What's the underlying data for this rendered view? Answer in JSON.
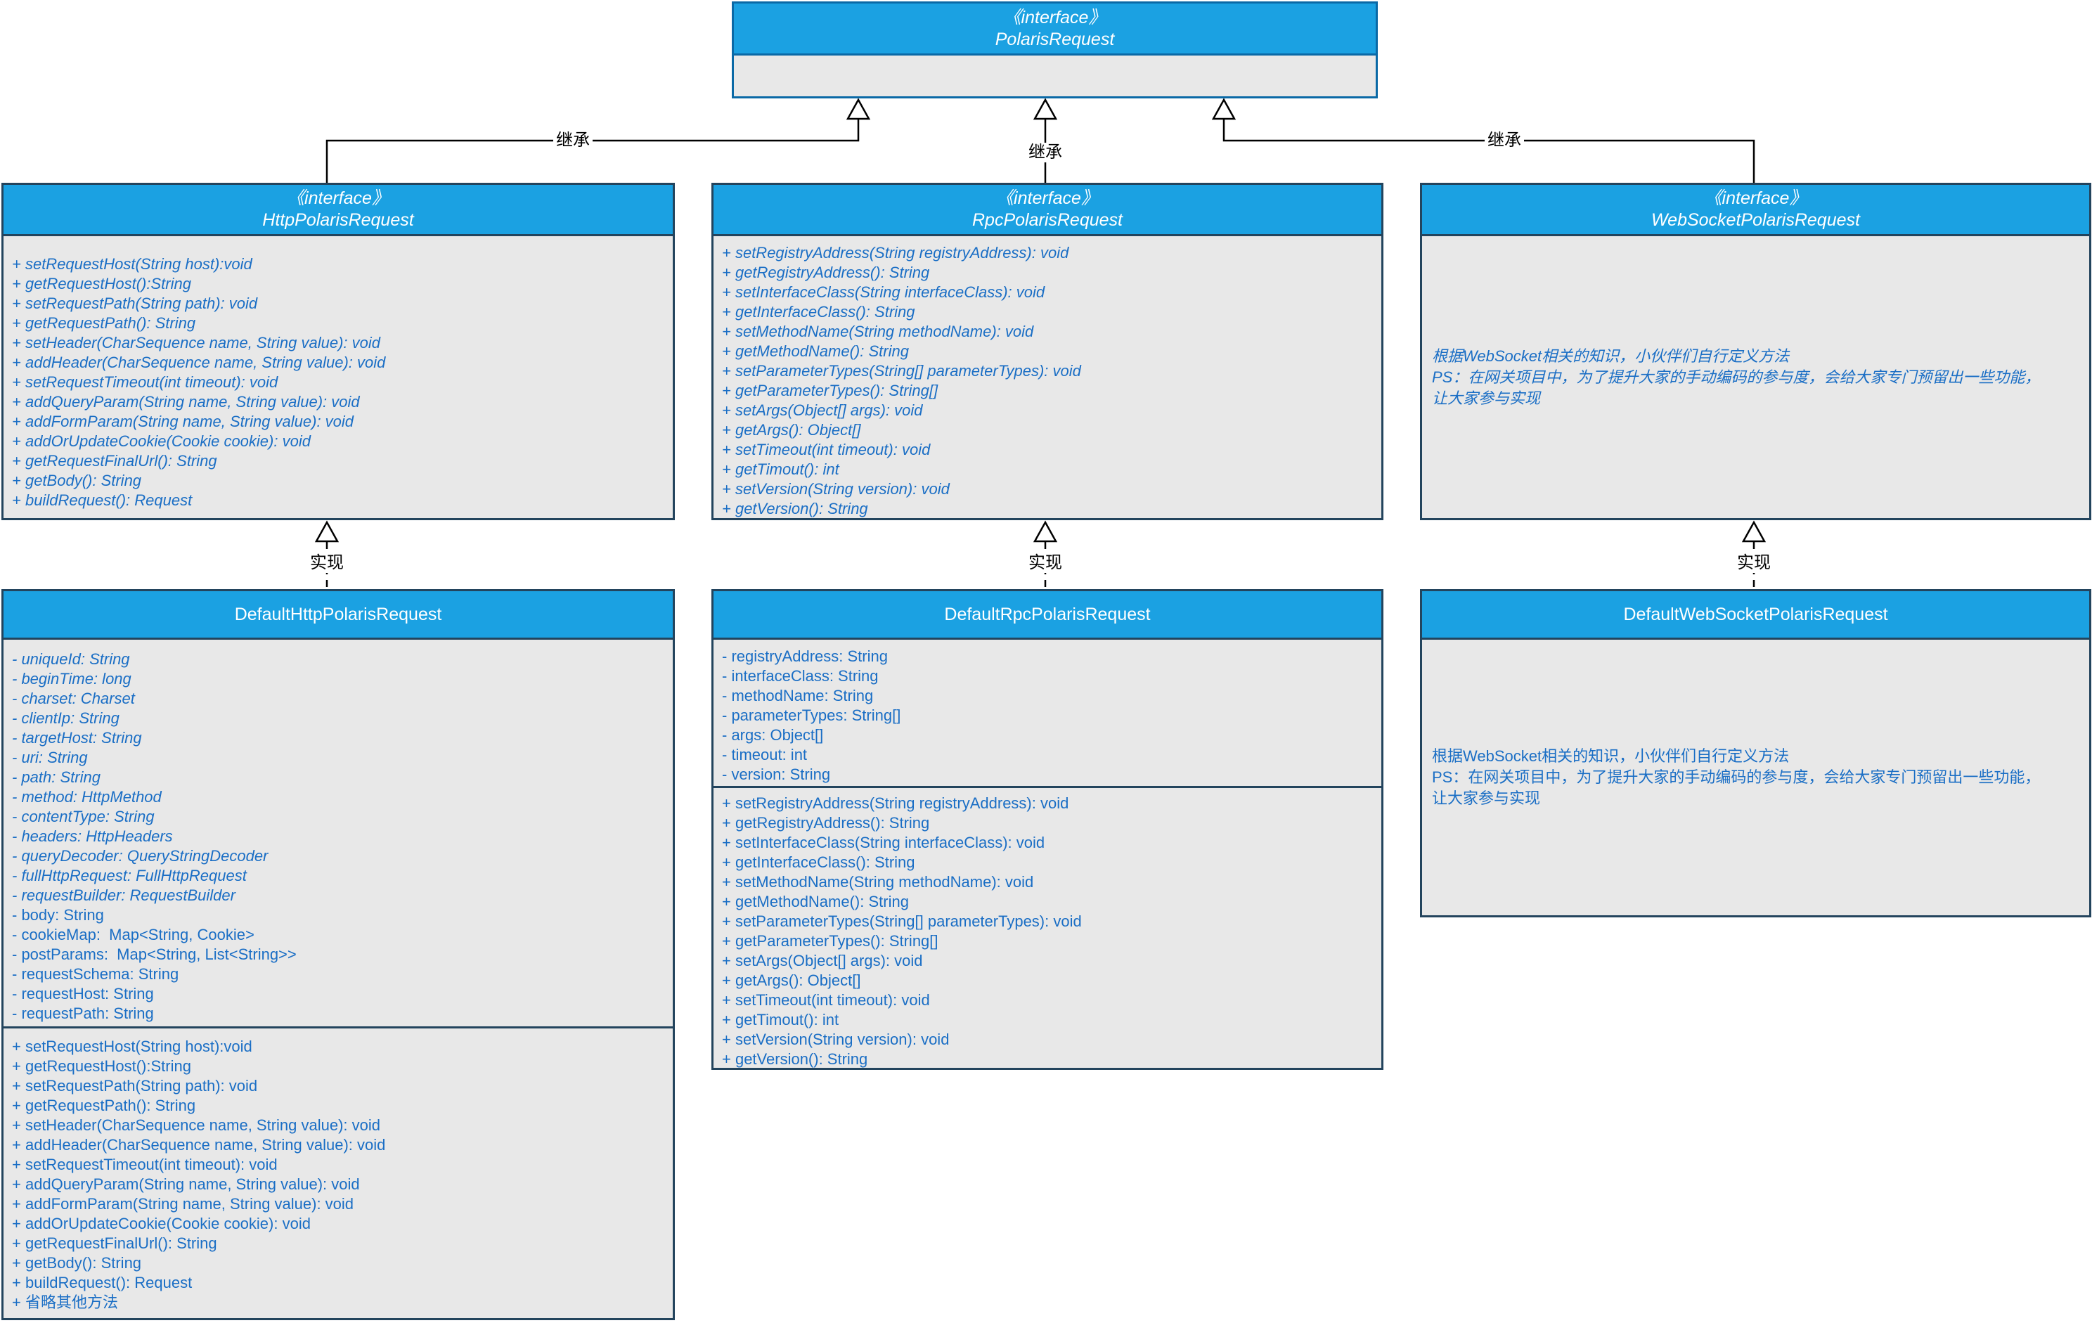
{
  "labels": {
    "inherit": "继承",
    "realize": "实现"
  },
  "colors": {
    "header_fill": "#1BA1E2",
    "box_border": "#23445D",
    "top_box_border": "#0A69A6",
    "body_fill": "#E8E8E8",
    "member_text": "#1A6EC5",
    "connector": "#000000"
  },
  "classes": {
    "polaris": {
      "stereotype": "《interface》",
      "name": "PolarisRequest"
    },
    "http_if": {
      "stereotype": "《interface》",
      "name": "HttpPolarisRequest",
      "methods": [
        {
          "t": "+ setRequestHost(String host):void",
          "i": true
        },
        {
          "t": "+ getRequestHost():String",
          "i": true
        },
        {
          "t": "+ setRequestPath(String path): void",
          "i": true
        },
        {
          "t": "+ getRequestPath(): String",
          "i": true
        },
        {
          "t": "+ setHeader(CharSequence name, String value): void",
          "i": true
        },
        {
          "t": "+ addHeader(CharSequence name, String value): void",
          "i": true
        },
        {
          "t": "+ setRequestTimeout(int timeout): void",
          "i": true
        },
        {
          "t": "+ addQueryParam(String name, String value): void",
          "i": true
        },
        {
          "t": "+ addFormParam(String name, String value): void",
          "i": true
        },
        {
          "t": "+ addOrUpdateCookie(Cookie cookie): void",
          "i": true
        },
        {
          "t": "+ getRequestFinalUrl(): String",
          "i": true
        },
        {
          "t": "+ getBody(): String",
          "i": true
        },
        {
          "t": "+ buildRequest(): Request",
          "i": true
        }
      ]
    },
    "rpc_if": {
      "stereotype": "《interface》",
      "name": "RpcPolarisRequest",
      "methods": [
        {
          "t": "+ setRegistryAddress(String registryAddress): void",
          "i": true
        },
        {
          "t": "+ getRegistryAddress(): String",
          "i": true
        },
        {
          "t": "+ setInterfaceClass(String interfaceClass): void",
          "i": true
        },
        {
          "t": "+ getInterfaceClass(): String",
          "i": true
        },
        {
          "t": "+ setMethodName(String methodName): void",
          "i": true
        },
        {
          "t": "+ getMethodName(): String",
          "i": true
        },
        {
          "t": "+ setParameterTypes(String[] parameterTypes): void",
          "i": true
        },
        {
          "t": "+ getParameterTypes(): String[]",
          "i": true
        },
        {
          "t": "+ setArgs(Object[] args): void",
          "i": true
        },
        {
          "t": "+ getArgs(): Object[]",
          "i": true
        },
        {
          "t": "+ setTimeout(int timeout): void",
          "i": true
        },
        {
          "t": "+ getTimout(): int",
          "i": true
        },
        {
          "t": "+ setVersion(String version): void",
          "i": true
        },
        {
          "t": "+ getVersion(): String",
          "i": true
        }
      ]
    },
    "ws_if": {
      "stereotype": "《interface》",
      "name": "WebSocketPolarisRequest",
      "note_lines": [
        {
          "t": "根据WebSocket相关的知识，小伙伴们自行定义方法",
          "i": true
        },
        {
          "t": "PS：在网关项目中，为了提升大家的手动编码的参与度，会给大家专门预留出一些功能，",
          "i": true
        },
        {
          "t": "让大家参与实现",
          "i": true
        }
      ]
    },
    "http_impl": {
      "name": "DefaultHttpPolarisRequest",
      "fields": [
        {
          "t": "- uniqueId: String",
          "i": true
        },
        {
          "t": "- beginTime: long",
          "i": true
        },
        {
          "t": "- charset: Charset",
          "i": true
        },
        {
          "t": "- clientIp: String",
          "i": true
        },
        {
          "t": "- targetHost: String",
          "i": true
        },
        {
          "t": "- uri: String",
          "i": true
        },
        {
          "t": "- path: String",
          "i": true
        },
        {
          "t": "- method: HttpMethod",
          "i": true
        },
        {
          "t": "- contentType: String",
          "i": true
        },
        {
          "t": "- headers: HttpHeaders",
          "i": true
        },
        {
          "t": "- queryDecoder: QueryStringDecoder",
          "i": true
        },
        {
          "t": "- fullHttpRequest: FullHttpRequest",
          "i": true
        },
        {
          "t": "- requestBuilder: RequestBuilder",
          "i": true
        },
        {
          "t": "- body: String",
          "i": false
        },
        {
          "t": "- cookieMap:  Map<String, Cookie>",
          "i": false
        },
        {
          "t": "- postParams:  Map<String, List<String>>",
          "i": false
        },
        {
          "t": "- requestSchema: String",
          "i": false
        },
        {
          "t": "- requestHost: String",
          "i": false
        },
        {
          "t": "- requestPath: String",
          "i": false
        }
      ],
      "methods": [
        {
          "t": "+ setRequestHost(String host):void",
          "i": false
        },
        {
          "t": "+ getRequestHost():String",
          "i": false
        },
        {
          "t": "+ setRequestPath(String path): void",
          "i": false
        },
        {
          "t": "+ getRequestPath(): String",
          "i": false
        },
        {
          "t": "+ setHeader(CharSequence name, String value): void",
          "i": false
        },
        {
          "t": "+ addHeader(CharSequence name, String value): void",
          "i": false
        },
        {
          "t": "+ setRequestTimeout(int timeout): void",
          "i": false
        },
        {
          "t": "+ addQueryParam(String name, String value): void",
          "i": false
        },
        {
          "t": "+ addFormParam(String name, String value): void",
          "i": false
        },
        {
          "t": "+ addOrUpdateCookie(Cookie cookie): void",
          "i": false
        },
        {
          "t": "+ getRequestFinalUrl(): String",
          "i": false
        },
        {
          "t": "+ getBody(): String",
          "i": false
        },
        {
          "t": "+ buildRequest(): Request",
          "i": false
        },
        {
          "t": "+ 省略其他方法",
          "i": false
        }
      ]
    },
    "rpc_impl": {
      "name": "DefaultRpcPolarisRequest",
      "fields": [
        {
          "t": "- registryAddress: String",
          "i": false
        },
        {
          "t": "- interfaceClass: String",
          "i": false
        },
        {
          "t": "- methodName: String",
          "i": false
        },
        {
          "t": "- parameterTypes: String[]",
          "i": false
        },
        {
          "t": "- args: Object[]",
          "i": false
        },
        {
          "t": "- timeout: int",
          "i": false
        },
        {
          "t": "- version: String",
          "i": false
        }
      ],
      "methods": [
        {
          "t": "+ setRegistryAddress(String registryAddress): void",
          "i": false
        },
        {
          "t": "+ getRegistryAddress(): String",
          "i": false
        },
        {
          "t": "+ setInterfaceClass(String interfaceClass): void",
          "i": false
        },
        {
          "t": "+ getInterfaceClass(): String",
          "i": false
        },
        {
          "t": "+ setMethodName(String methodName): void",
          "i": false
        },
        {
          "t": "+ getMethodName(): String",
          "i": false
        },
        {
          "t": "+ setParameterTypes(String[] parameterTypes): void",
          "i": false
        },
        {
          "t": "+ getParameterTypes(): String[]",
          "i": false
        },
        {
          "t": "+ setArgs(Object[] args): void",
          "i": false
        },
        {
          "t": "+ getArgs(): Object[]",
          "i": false
        },
        {
          "t": "+ setTimeout(int timeout): void",
          "i": false
        },
        {
          "t": "+ getTimout(): int",
          "i": false
        },
        {
          "t": "+ setVersion(String version): void",
          "i": false
        },
        {
          "t": "+ getVersion(): String",
          "i": false
        }
      ]
    },
    "ws_impl": {
      "name": "DefaultWebSocketPolarisRequest",
      "note_lines": [
        {
          "t": "根据WebSocket相关的知识，小伙伴们自行定义方法",
          "i": false
        },
        {
          "t": "PS：在网关项目中，为了提升大家的手动编码的参与度，会给大家专门预留出一些功能，",
          "i": false
        },
        {
          "t": "让大家参与实现",
          "i": false
        }
      ]
    }
  }
}
